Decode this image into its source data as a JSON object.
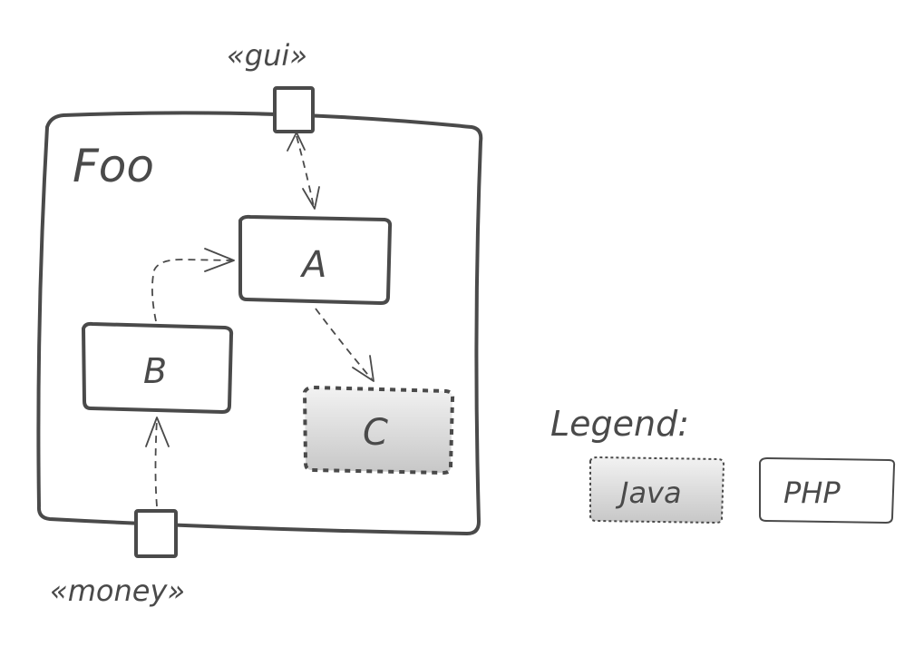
{
  "diagram": {
    "component": {
      "name": "Foo"
    },
    "ports": {
      "top": "«gui»",
      "bottom": "«money»"
    },
    "nodes": {
      "a": "A",
      "b": "B",
      "c": "C"
    },
    "legend": {
      "title": "Legend:",
      "java": "Java",
      "php": "PHP"
    },
    "colors": {
      "ink": "#4a4a4a",
      "java_fill_top": "#f2f2f2",
      "java_fill_bottom": "#c9c9c9",
      "background": "#ffffff"
    }
  }
}
